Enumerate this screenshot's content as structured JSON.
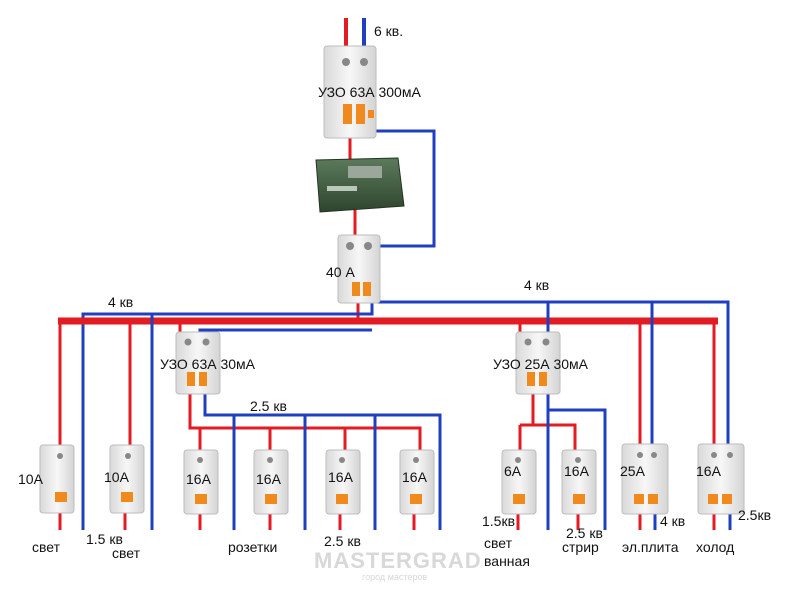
{
  "diagram": {
    "input_label": "6 кв.",
    "main_rcd_label": "УЗО 63А 300мА",
    "main_breaker_label": "40 А",
    "bus_left_label": "4 кв",
    "bus_right_label": "4 кв",
    "rcd_left_label": "УЗО 63А 30мА",
    "rcd_right_label": "УЗО 25А 30мА",
    "sockets_wire_label": "2.5 кв",
    "breakers": [
      {
        "rating": "10A"
      },
      {
        "rating": "10A"
      },
      {
        "rating": "16A"
      },
      {
        "rating": "16A"
      },
      {
        "rating": "16A"
      },
      {
        "rating": "16A"
      },
      {
        "rating": "6A"
      },
      {
        "rating": "16A"
      },
      {
        "rating": "25A"
      },
      {
        "rating": "16A"
      }
    ],
    "bottom_labels": {
      "svet1": "свет",
      "wire_15_left": "1.5 кв",
      "svet2": "свет",
      "rozetki": "розетки",
      "wire_25_sockets": "2.5 кв",
      "wire_15_bath": "1.5кв",
      "svet_vannaya_1": "свет",
      "svet_vannaya_2": "ванная",
      "wire_25_wash": "2.5 кв",
      "strir": "стрир",
      "wire_4_stove": "4 кв",
      "el_plita": "эл.плита",
      "wire_25_fridge": "2.5кв",
      "holod": "холод"
    },
    "watermark": "MASTERGRAD",
    "watermark_sub": "город мастеров",
    "colors": {
      "phase": "#e31b23",
      "neutral": "#1f3fbf",
      "device_body": "#efefef",
      "lever": "#f08a1c",
      "meter": "#3a5a3a"
    }
  }
}
